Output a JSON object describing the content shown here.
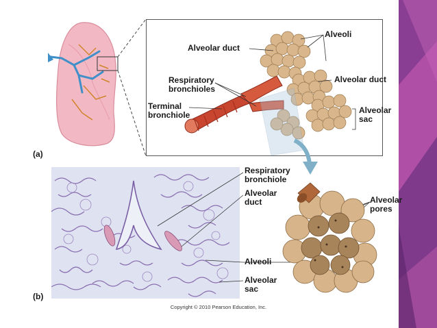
{
  "panels": {
    "a": "(a)",
    "b": "(b)"
  },
  "labels_a": {
    "alveoli": "Alveoli",
    "alveolar_duct_top": "Alveolar duct",
    "alveolar_duct_right": "Alveolar duct",
    "respiratory_bronchioles": "Respiratory\nbronchioles",
    "terminal_bronchiole": "Terminal\nbronchiole",
    "alveolar_sac": "Alveolar\nsac"
  },
  "labels_b": {
    "respiratory_bronchiole": "Respiratory\nbronchiole",
    "alveolar_duct": "Alveolar\nduct",
    "alveoli": "Alveoli",
    "alveolar_sac": "Alveolar\nsac",
    "alveolar_pores": "Alveolar\npores"
  },
  "copyright": "Copyright © 2010 Pearson Education, Inc.",
  "colors": {
    "band_purple": "#6b2f7c",
    "band_magenta": "#b04fa6",
    "lung_pink": "#f2b9c4",
    "alveoli_tan": "#d9b68b",
    "bronchiole_red": "#c8452f",
    "micrograph_bg": "#dfe3f1",
    "tissue_purple": "#8a6fb0",
    "arrow_blue": "#7fb0c8"
  }
}
